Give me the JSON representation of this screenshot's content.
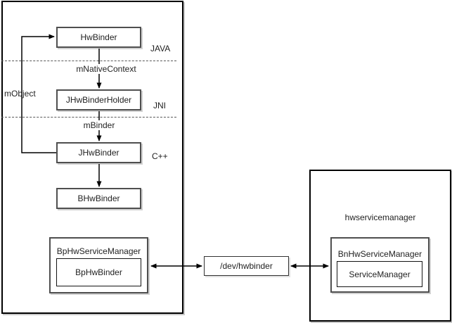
{
  "diagram": {
    "layers": {
      "java": "JAVA",
      "jni": "JNI",
      "cpp": "C++"
    },
    "edges": {
      "mobject": "mObject",
      "mnative_context": "mNativeContext",
      "mbinder": "mBinder"
    },
    "nodes": {
      "hwbinder": "HwBinder",
      "jhwbinderholder": "JHwBinderHolder",
      "jhwbinder": "JHwBinder",
      "bhwbinder": "BHwBinder",
      "bphwservicemanager": "BpHwServiceManager",
      "bphwbinder": "BpHwBinder",
      "dev_hwbinder": "/dev/hwbinder",
      "hwservicemanager": "hwservicemanager",
      "bnhwservicemanager": "BnHwServiceManager",
      "servicemanager": "ServiceManager"
    },
    "colors": {
      "line": "#000000",
      "node_border": "#4f4f4f",
      "shadow": "#c9c9c9",
      "text": "#1f1f1f",
      "background": "#ffffff"
    }
  }
}
